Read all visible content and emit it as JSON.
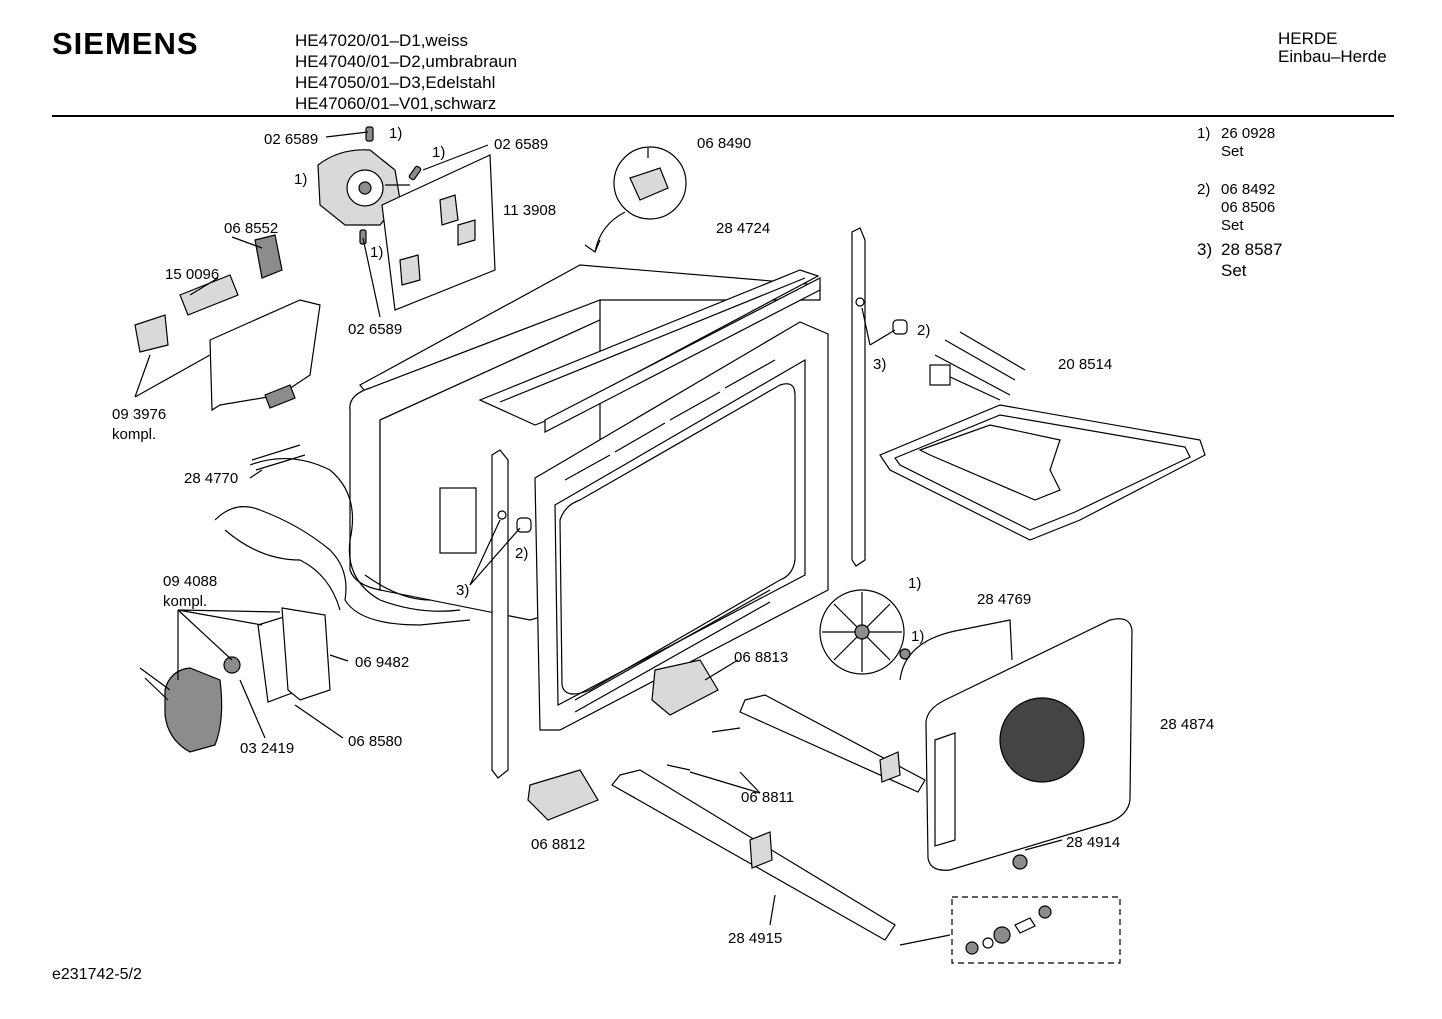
{
  "brand": "SIEMENS",
  "models": [
    "HE47020/01–D1,weiss",
    "HE47040/01–D2,umbrabraun",
    "HE47050/01–D3,Edelstahl",
    "HE47060/01–V01,schwarz"
  ],
  "category": {
    "line1": "HERDE",
    "line2": "Einbau–Herde"
  },
  "notes": [
    {
      "num": "1)",
      "lines": [
        "26 0928",
        "Set"
      ]
    },
    {
      "num": "2)",
      "lines": [
        "06 8492",
        "06 8506",
        "Set"
      ]
    },
    {
      "num": "3)",
      "lines": [
        "28 8587",
        "Set"
      ]
    }
  ],
  "labels": {
    "l_026589_a": "02 6589",
    "l_026589_b": "02 6589",
    "l_026589_c": "02 6589",
    "l_113908": "11 3908",
    "l_068490": "06 8490",
    "l_068552": "06 8552",
    "l_150096": "15 0096",
    "l_284724": "28 4724",
    "l_208514": "20 8514",
    "l_093976": "09 3976",
    "l_kompl1": "kompl.",
    "l_284770": "28 4770",
    "l_094088": "09 4088",
    "l_kompl2": "kompl.",
    "l_069482": "06 9482",
    "l_032419": "03 2419",
    "l_068580": "06 8580",
    "l_068813": "06 8813",
    "l_284769": "28 4769",
    "l_284874": "28 4874",
    "l_068811": "06 8811",
    "l_068812": "06 8812",
    "l_284914": "28 4914",
    "l_284915": "28 4915",
    "r1_motor_a": "1)",
    "r1_motor_b": "1)",
    "r1_motor_c": "1)",
    "r1_motor_d": "1)",
    "r2_right": "2)",
    "r3_right": "3)",
    "r2_left": "2)",
    "r3_left": "3)",
    "r1_fan_a": "1)",
    "r1_fan_b": "1)"
  },
  "footer": "e231742-5/2"
}
